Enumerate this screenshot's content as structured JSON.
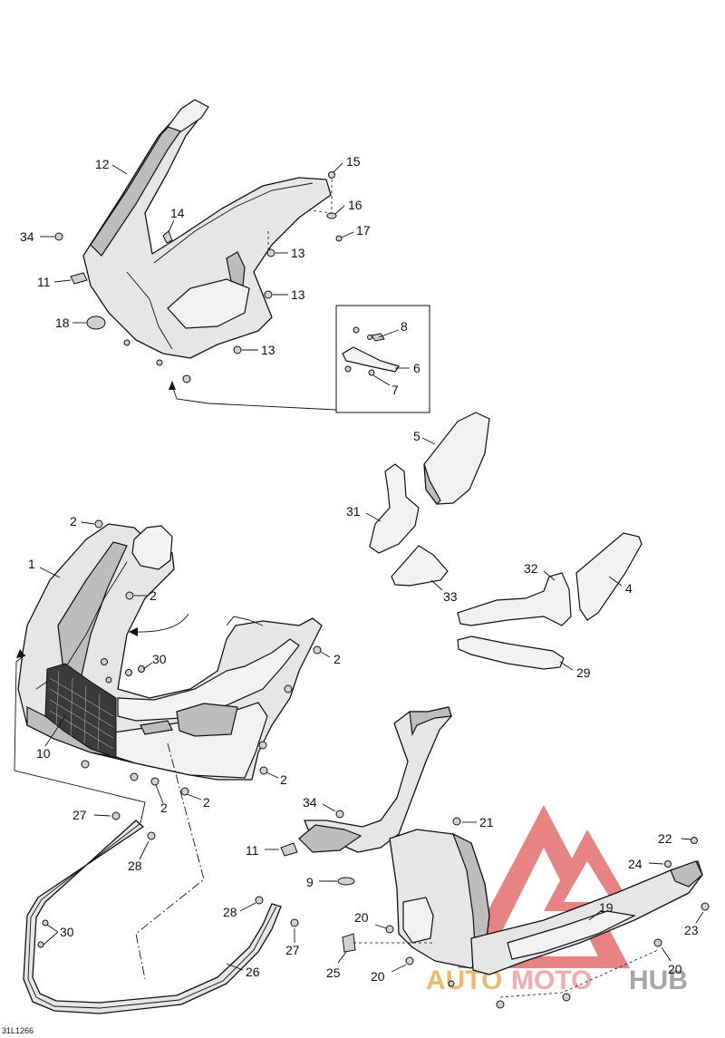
{
  "diagram": {
    "reference_code": "31L1266",
    "callouts": [
      "1",
      "2",
      "4",
      "5",
      "6",
      "7",
      "8",
      "9",
      "10",
      "11",
      "12",
      "13",
      "14",
      "15",
      "16",
      "17",
      "18",
      "19",
      "20",
      "21",
      "22",
      "23",
      "24",
      "25",
      "26",
      "27",
      "28",
      "29",
      "30",
      "31",
      "32",
      "33",
      "34"
    ]
  },
  "watermark": {
    "text_auto": "AUTO",
    "text_moto": "MOTO",
    "text_hub": "HUB",
    "colors": {
      "triangle": "#e05a5a",
      "auto": "#e8a33c",
      "moto": "#ef8f8f",
      "hub": "#888888"
    }
  }
}
